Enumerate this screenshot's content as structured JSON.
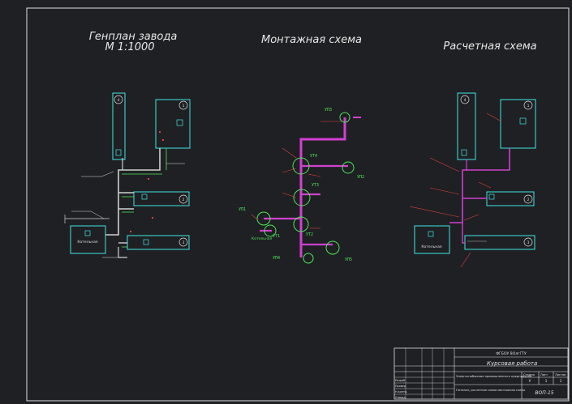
{
  "sections": {
    "genplan_title": "Генплан завода",
    "genplan_scale": "М 1:1000",
    "montage_title": "Монтажная схема",
    "calc_title": "Расчетная схема"
  },
  "genplan": {
    "shop_numbers": [
      "4",
      "1",
      "2",
      "3"
    ],
    "boiler_label": "Котельная"
  },
  "montage": {
    "nodes": [
      "УП3",
      "УТ4",
      "УП2",
      "УТ3",
      "УП1",
      "УТ1",
      "УТ2",
      "УП4",
      "УП5"
    ],
    "boiler_label": "Котельная"
  },
  "calc": {
    "shop_numbers": [
      "4",
      "1",
      "2",
      "3"
    ],
    "boiler_label": "Котельная"
  },
  "title_block": {
    "org": "ФГБОУ ВОлгГТУ",
    "work_type": "Курсовая работа",
    "description": "Энергоснабжение промышленного предприятия",
    "sheet_desc": "Генплан, расчетная схема монтажная схема",
    "stage_hdr": "Стадия",
    "sheet_hdr": "Лист",
    "sheets_hdr": "Листов",
    "stage": "У",
    "sheet": "1",
    "sheets": "1",
    "code": "ВОП-15",
    "roles": [
      "Разраб.",
      "Провер.",
      "Н.контр.",
      "Утверд."
    ]
  }
}
